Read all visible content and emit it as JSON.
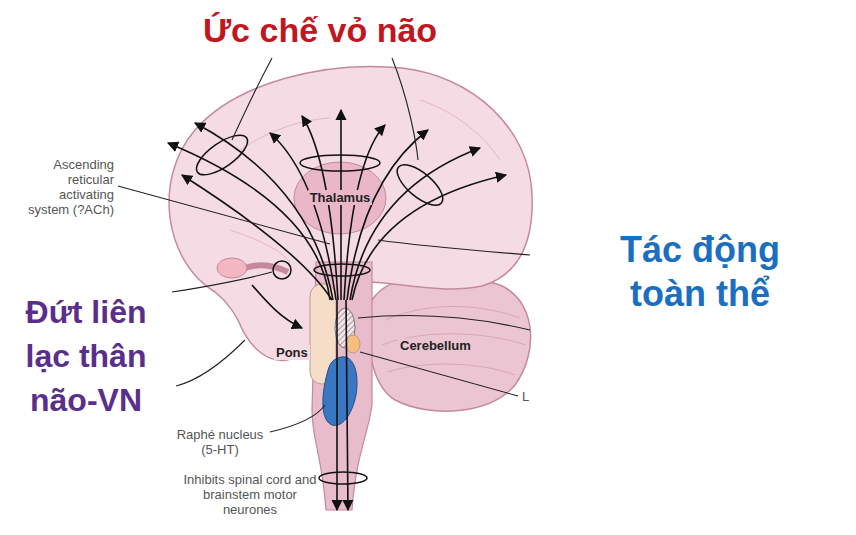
{
  "diagram": {
    "labels": [
      "Ức chế vỏ não",
      "Ascending reticular activating system (?ACh)",
      "Thalamus",
      "Đứt liên lạc thân não-VN",
      "Pons",
      "Cerebellum",
      "L",
      "Raphé nucleus (5-HT)",
      "Inhibits spinal cord and brainstem motor neurones",
      "Tác động toàn thể"
    ]
  }
}
